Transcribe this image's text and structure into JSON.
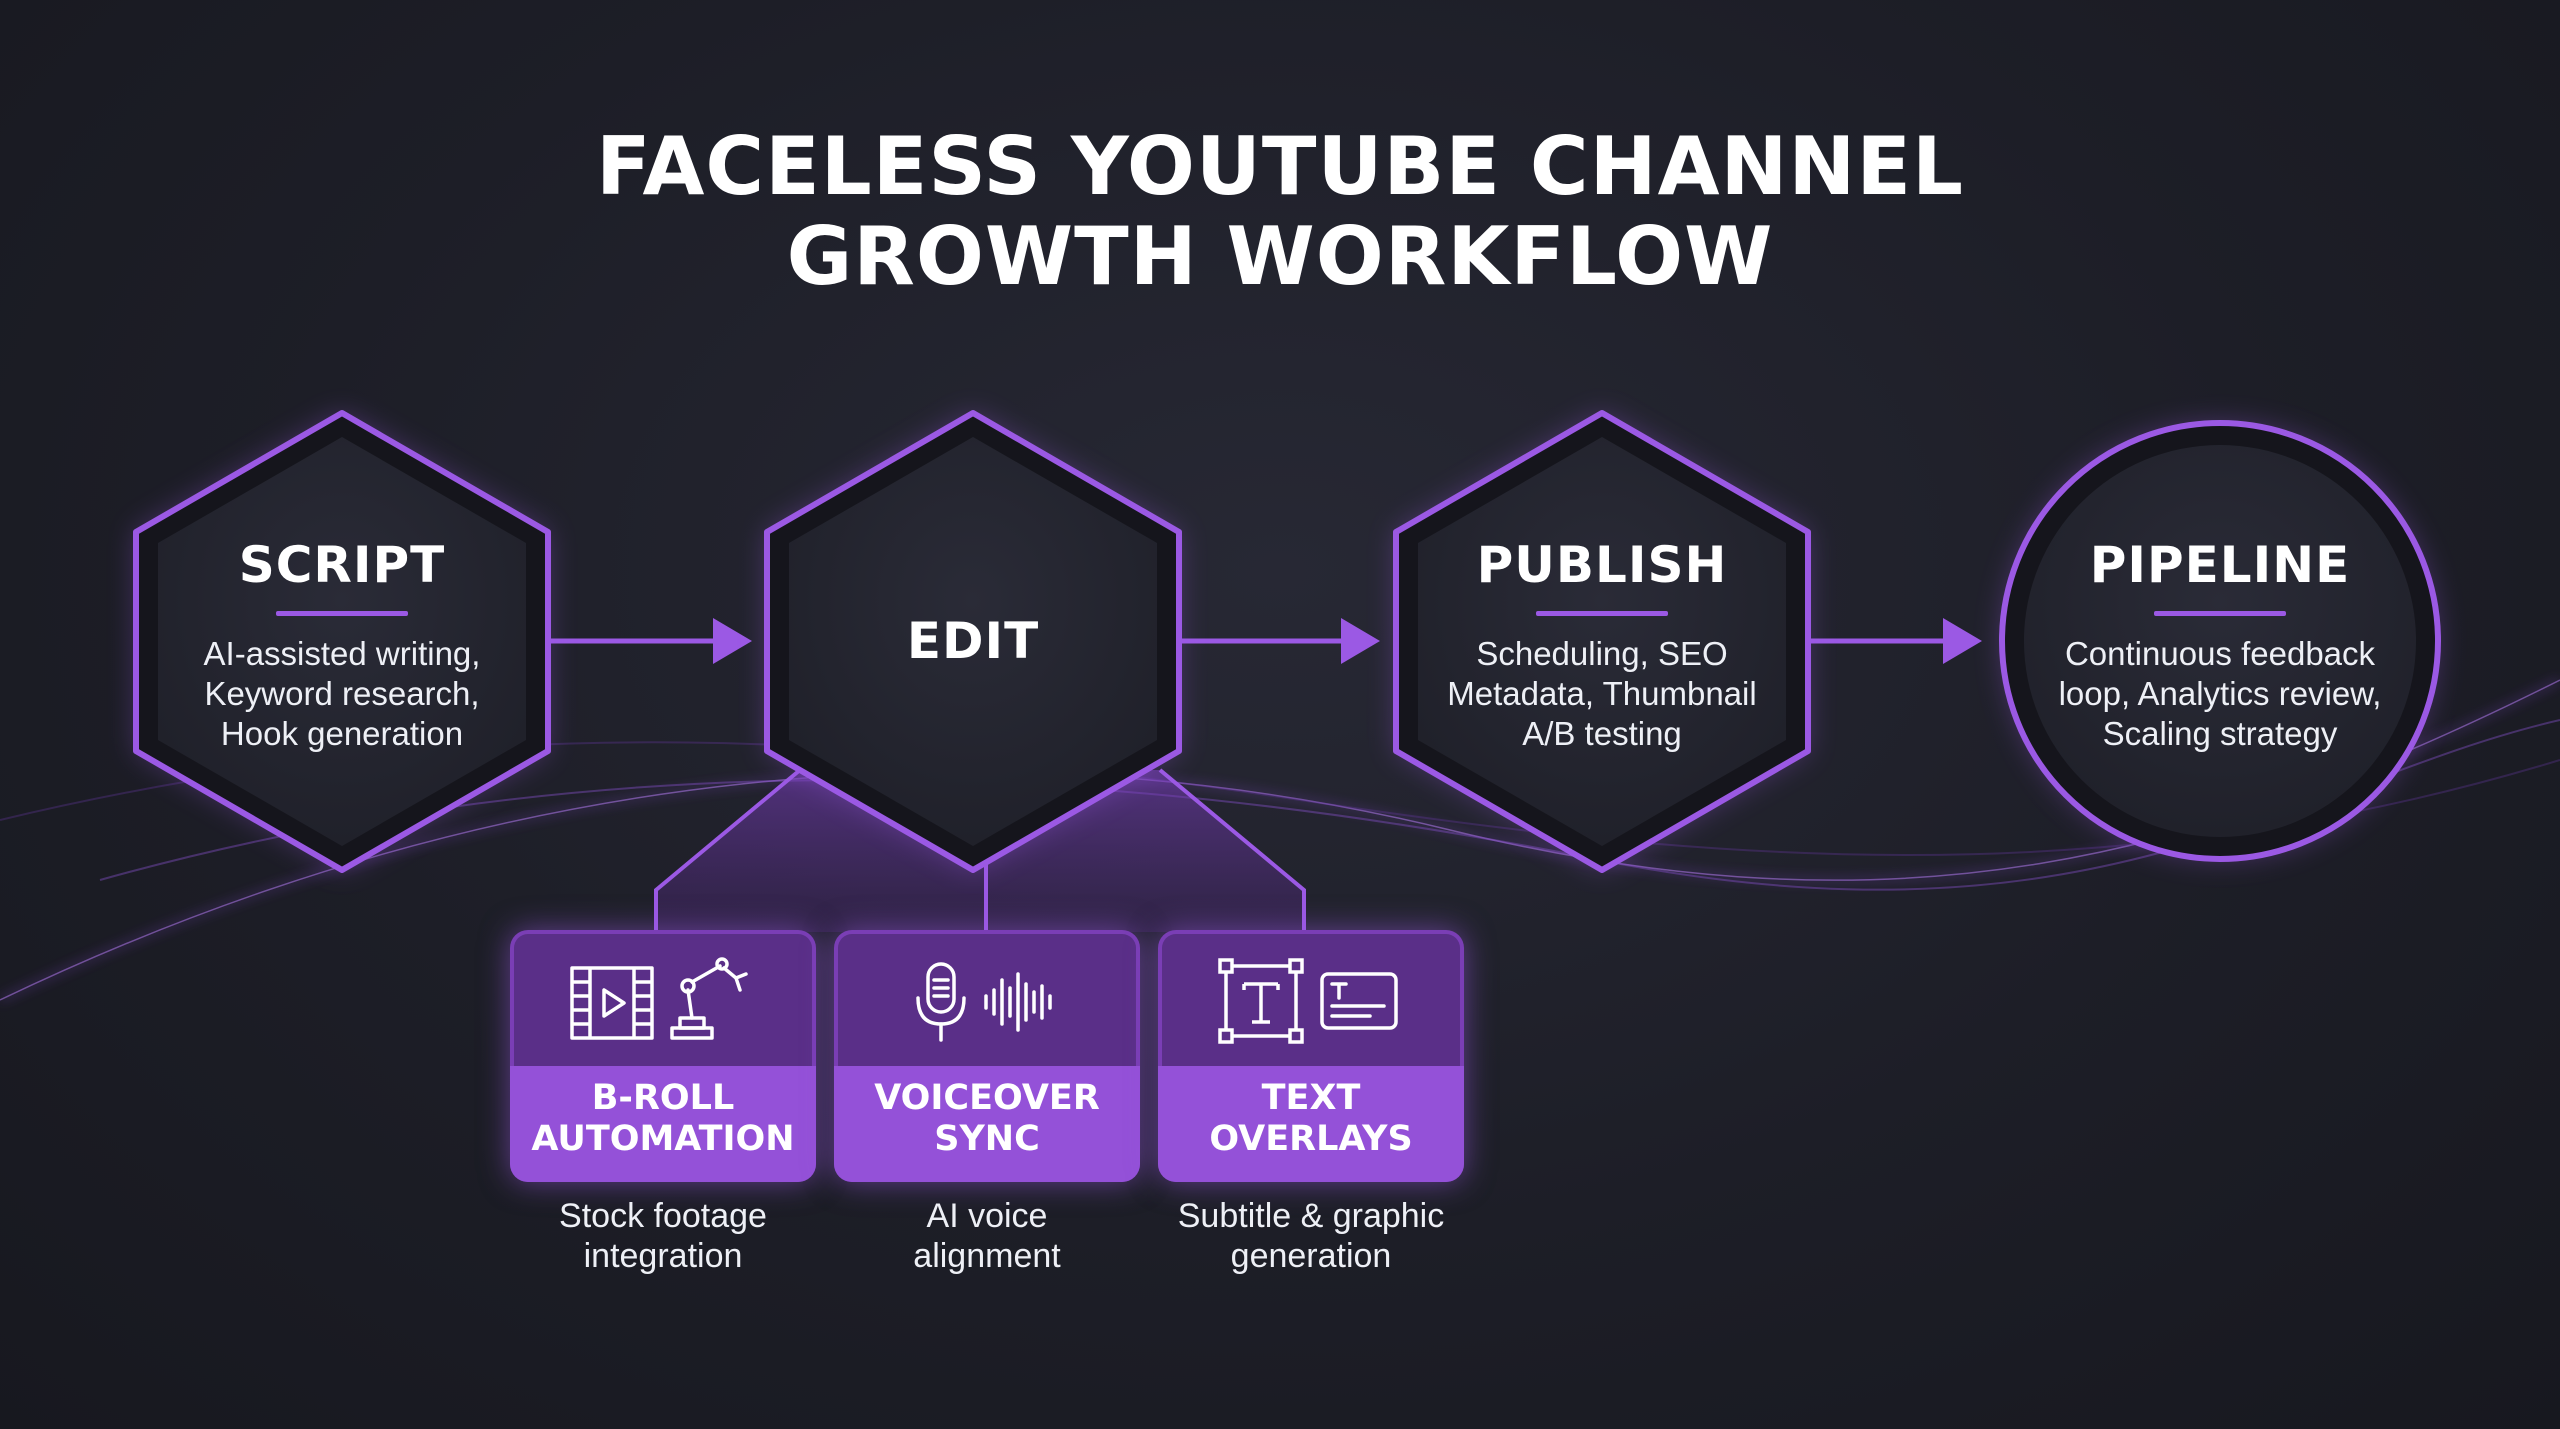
{
  "title": {
    "line1": "FACELESS YOUTUBE CHANNEL",
    "line2": "GROWTH WORKFLOW"
  },
  "colors": {
    "background": "#1c1d26",
    "accent": "#9b59e4",
    "node_fill": "#262733",
    "card_header": "#5a2f88",
    "card_label_bg": "#9451d8"
  },
  "nodes": [
    {
      "title": "SCRIPT",
      "shape": "hexagon",
      "desc": [
        "AI-assisted writing,",
        "Keyword research,",
        "Hook generation"
      ]
    },
    {
      "title": "EDIT",
      "shape": "hexagon",
      "desc": []
    },
    {
      "title": "PUBLISH",
      "shape": "hexagon",
      "desc": [
        "Scheduling, SEO",
        "Metadata, Thumbnail",
        "A/B testing"
      ]
    },
    {
      "title": "PIPELINE",
      "shape": "circle",
      "desc": [
        "Continuous feedback",
        "loop, Analytics review,",
        "Scaling strategy"
      ]
    }
  ],
  "edit_substeps": [
    {
      "label": [
        "B-ROLL",
        "AUTOMATION"
      ],
      "icons": [
        "film-play-icon",
        "robot-arm-icon"
      ],
      "desc": [
        "Stock footage",
        "integration"
      ]
    },
    {
      "label": [
        "VOICEOVER",
        "SYNC"
      ],
      "icons": [
        "microphone-icon",
        "soundwave-icon"
      ],
      "desc": [
        "AI voice",
        "alignment"
      ]
    },
    {
      "label": [
        "TEXT",
        "OVERLAYS"
      ],
      "icons": [
        "text-frame-icon",
        "caption-box-icon"
      ],
      "desc": [
        "Subtitle & graphic",
        "generation"
      ]
    }
  ]
}
